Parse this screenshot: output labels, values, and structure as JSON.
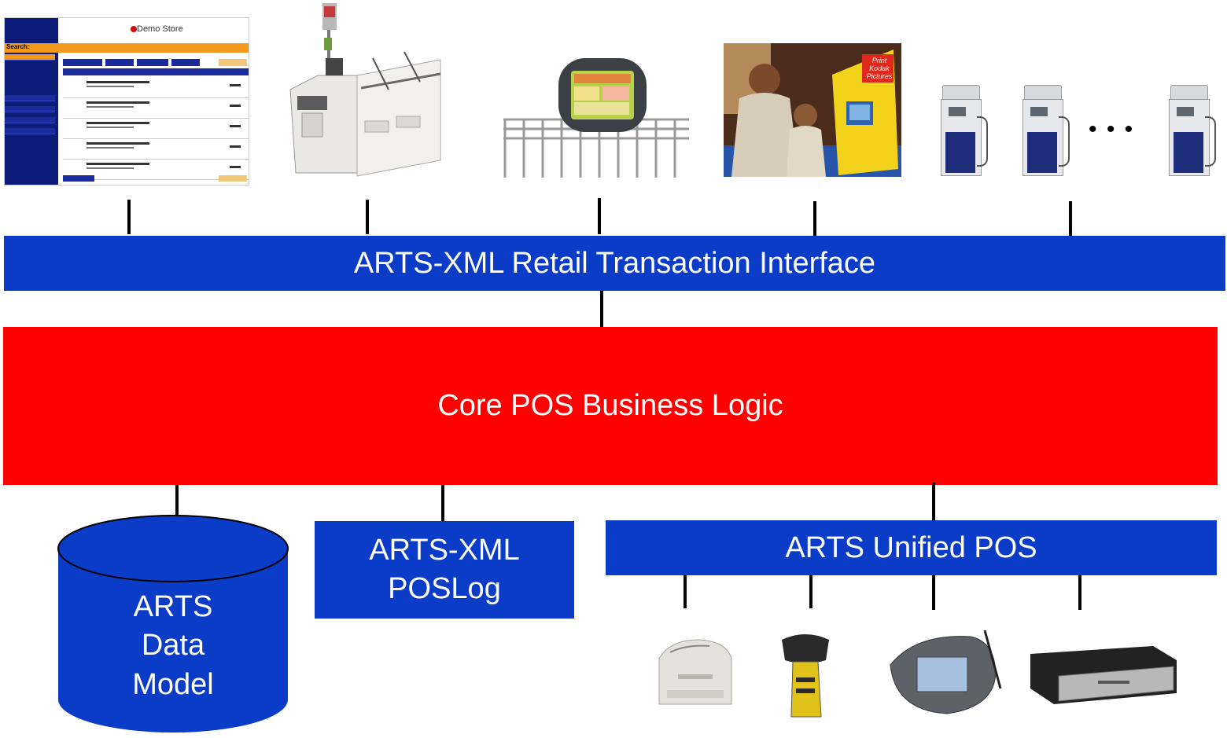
{
  "top_devices": [
    {
      "name": "web-storefront",
      "store_label": "Demo Store",
      "search_label": "Search:"
    },
    {
      "name": "self-checkout"
    },
    {
      "name": "shopping-cart-terminal"
    },
    {
      "name": "photo-kiosk",
      "sign_text": "Print Kodak Pictures"
    },
    {
      "name": "fuel-pumps",
      "ellipsis": "• • •"
    }
  ],
  "layers": {
    "transaction_interface": "ARTS-XML Retail Transaction Interface",
    "business_logic": "Core POS Business Logic",
    "data_model": "ARTS Data Model",
    "poslog": "ARTS-XML POSLog",
    "unified_pos": "ARTS Unified POS"
  },
  "data_model_lines": [
    "ARTS",
    "Data",
    "Model"
  ],
  "poslog_lines": [
    "ARTS-XML",
    "POSLog"
  ],
  "peripherals": [
    "receipt-printer",
    "barcode-scanner",
    "signature-pad",
    "cash-drawer"
  ],
  "colors": {
    "blue": "#0b3cc7",
    "red": "#ff0000",
    "line": "#000000"
  }
}
